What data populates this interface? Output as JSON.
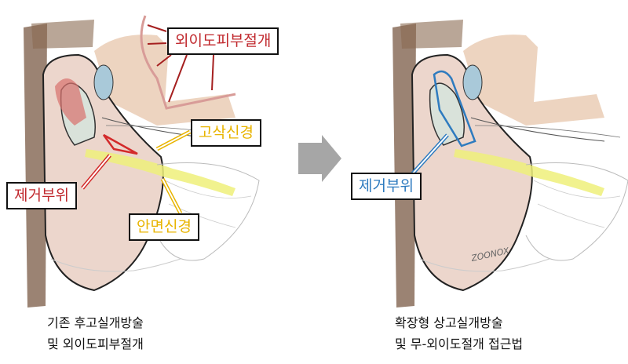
{
  "left_panel": {
    "labels": {
      "ear_canal_incision": "외이도피부절개",
      "chorda_tympani": "고삭신경",
      "removal_site": "제거부위",
      "facial_nerve": "안면신경"
    },
    "caption": [
      "기존 후고실개방술",
      "및 외이도피부절개"
    ]
  },
  "right_panel": {
    "labels": {
      "removal_site": "제거부위"
    },
    "caption": [
      "확장형 상고실개방술",
      "및 무-외이도절개 접근법"
    ],
    "signature": "ZOONOX"
  },
  "colors": {
    "red_label": "#c0282d",
    "yellow_label": "#e8b400",
    "blue_label": "#2e7bbf",
    "arrow_gray": "#a6a6a6",
    "nerve_yellow": "#eef07a"
  }
}
